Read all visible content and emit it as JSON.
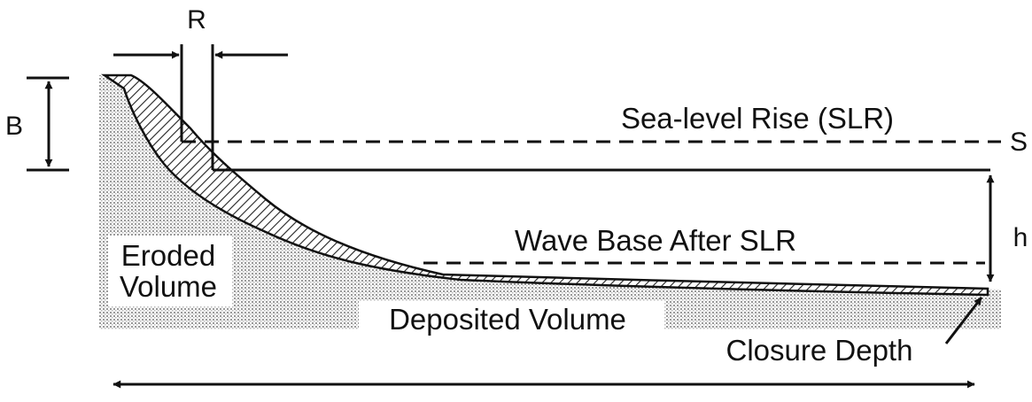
{
  "labels": {
    "r": "R",
    "b": "B",
    "s": "S",
    "h": "h",
    "sea_level_rise": "Sea-level Rise (SLR)",
    "wave_base": "Wave Base After SLR",
    "eroded_line1": "Eroded",
    "eroded_line2": "Volume",
    "deposited": "Deposited Volume",
    "closure_depth": "Closure Depth"
  },
  "colors": {
    "ink": "#111111",
    "background": "#ffffff",
    "sediment_dots": "#9a9a9a"
  }
}
